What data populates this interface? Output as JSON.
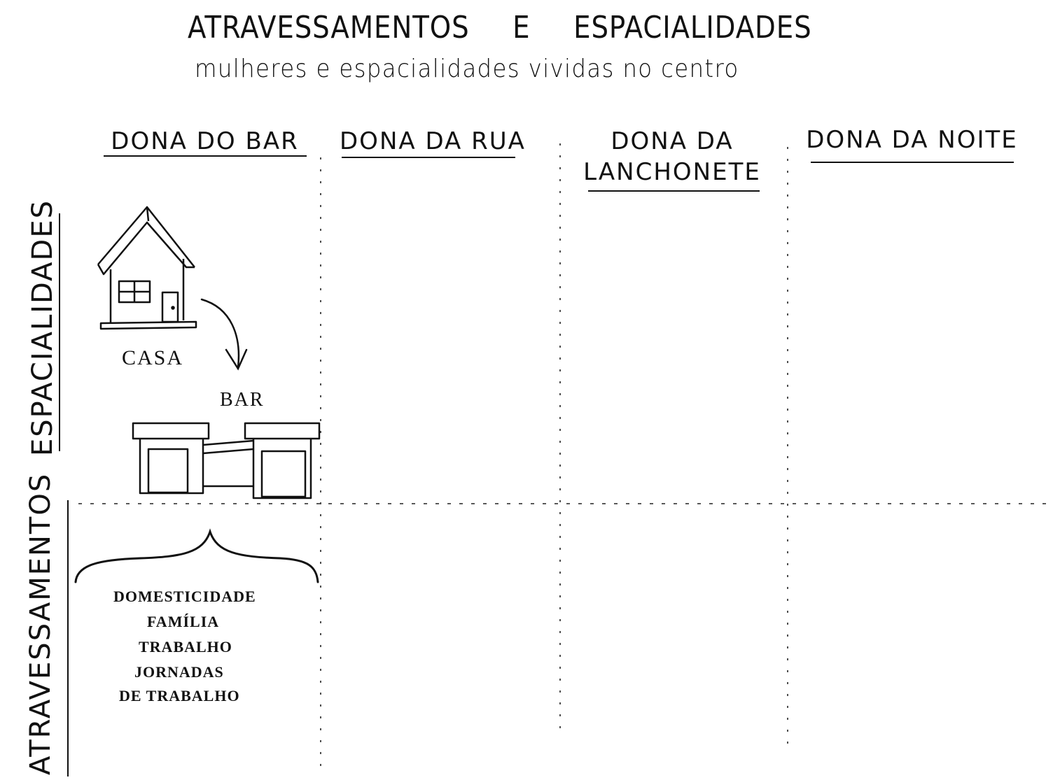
{
  "title": {
    "word1": "ATRAVESSAMENTOS",
    "word2": "E",
    "word3": "ESPACIALIDADES",
    "subtitle": "mulheres e espacialidades vividas no centro"
  },
  "columns": [
    {
      "line1": "DONA DO BAR",
      "line2": ""
    },
    {
      "line1": "DONA DA RUA",
      "line2": ""
    },
    {
      "line1": "DONA DA",
      "line2": "LANCHONETE"
    },
    {
      "line1": "DONA DA NOITE",
      "line2": ""
    }
  ],
  "rows": [
    {
      "label": "ESPACIALIDADES"
    },
    {
      "label": "ATRAVESSAMENTOS"
    }
  ],
  "cell_bar": {
    "house_label": "CASA",
    "bar_label": "BAR",
    "icons": [
      "house-icon",
      "arrow-icon",
      "bar-building-icon"
    ]
  },
  "cell_bar_atravessamentos": {
    "items": [
      "DOMESTICIDADE",
      "FAMÍLIA",
      "TRABALHO",
      "JORNADAS",
      "DE TRABALHO"
    ]
  }
}
